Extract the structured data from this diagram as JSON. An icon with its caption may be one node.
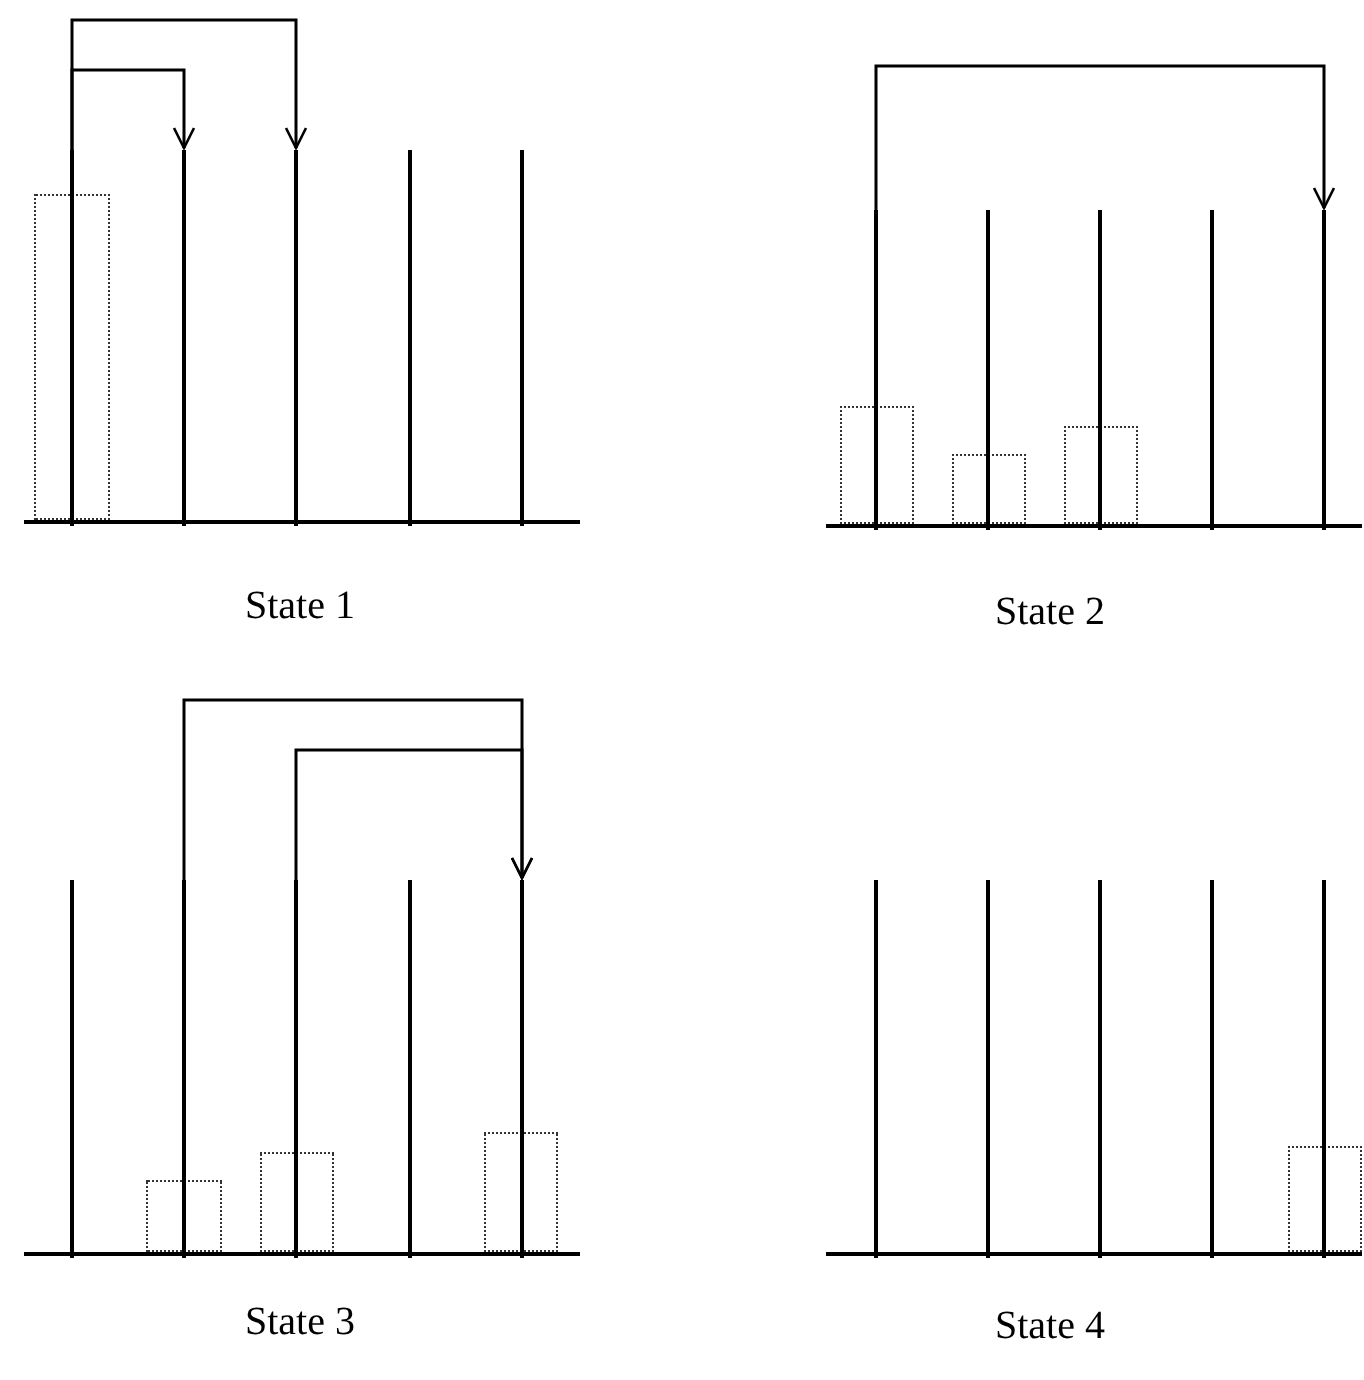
{
  "diagram": {
    "nodes": [
      {
        "text": [],
        "shape": "bar"
      },
      {
        "text": [],
        "shape": "bar"
      },
      {
        "text": [],
        "shape": "bar"
      },
      {
        "text": [],
        "shape": "bar"
      },
      {
        "text": [],
        "shape": "bar"
      },
      {
        "text": [],
        "shape": "bar"
      },
      {
        "text": [],
        "shape": "bar"
      },
      {
        "text": [],
        "shape": "bar"
      },
      {
        "text": [],
        "shape": "bar"
      },
      {
        "text": [],
        "shape": "bar"
      },
      {
        "text": [],
        "shape": "bar"
      },
      {
        "text": [],
        "shape": "bar"
      },
      {
        "text": [],
        "shape": "bar"
      },
      {
        "text": [],
        "shape": "bar"
      },
      {
        "text": [],
        "shape": "bar"
      },
      {
        "text": [],
        "shape": "bar"
      },
      {
        "text": [],
        "shape": "bar"
      },
      {
        "text": [],
        "shape": "bar"
      },
      {
        "text": [],
        "shape": "bar"
      },
      {
        "text": [],
        "shape": "bar"
      }
    ],
    "edges": [
      {
        "from": 0,
        "to": 1,
        "arrow": "to"
      },
      {
        "from": 0,
        "to": 2,
        "arrow": "to"
      },
      {
        "from": 5,
        "to": 9,
        "arrow": "to"
      },
      {
        "from": 11,
        "to": 14,
        "arrow": "to"
      },
      {
        "from": 12,
        "to": 14,
        "arrow": "to"
      }
    ],
    "labels": [
      "State 1",
      "State 2",
      "State 3",
      "State 4"
    ]
  }
}
